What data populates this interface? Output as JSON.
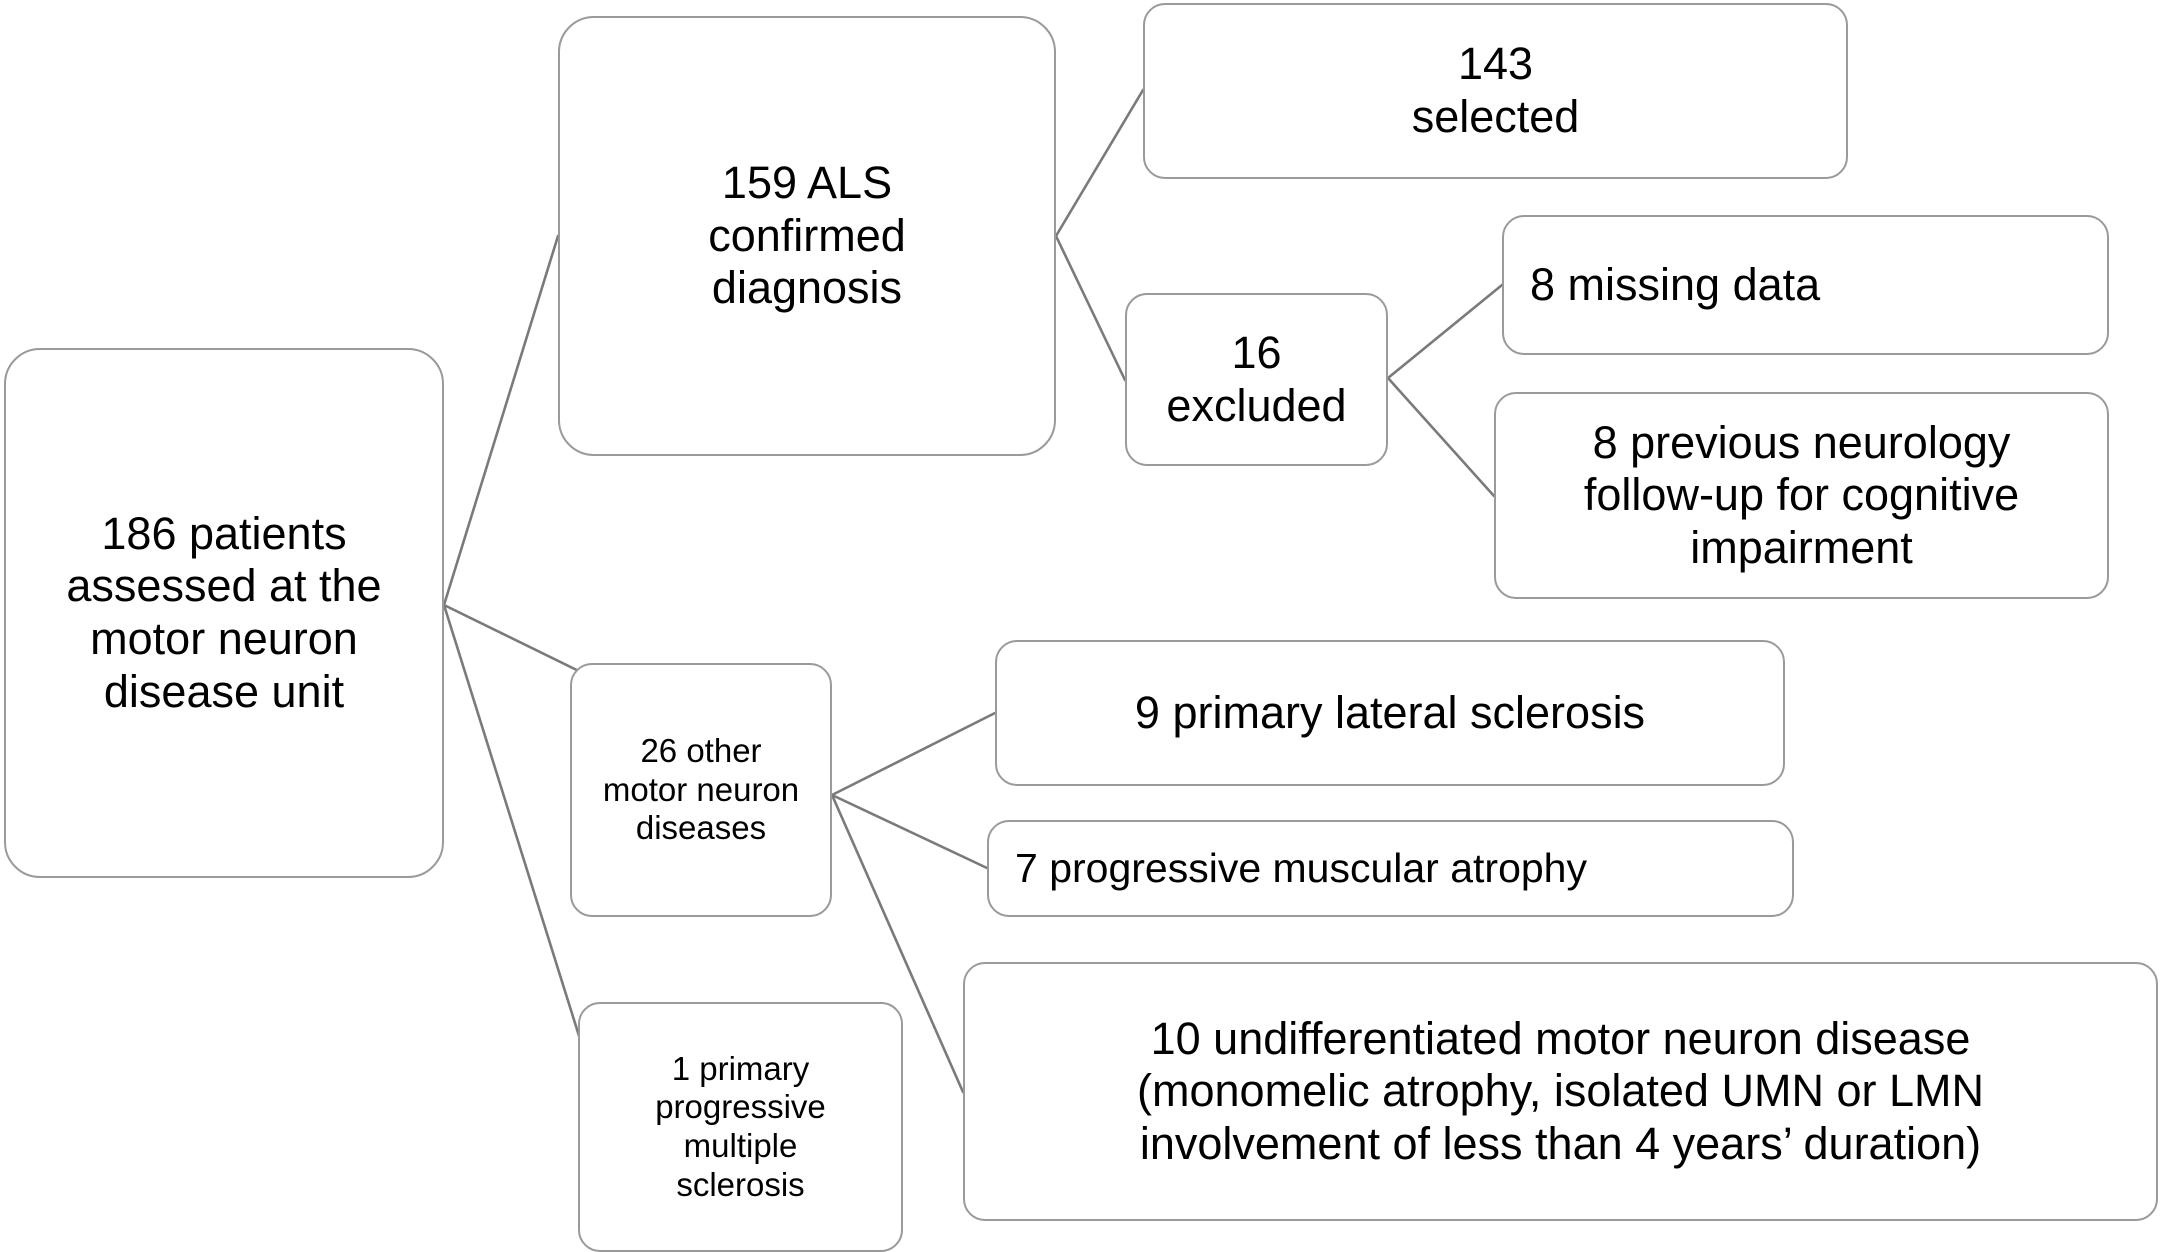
{
  "diagram": {
    "type": "flowchart",
    "title": "Patient selection flow for motor neuron disease unit cohort",
    "colors": {
      "box_border": "#9a9a9a",
      "edge_stroke": "#7a7a7a",
      "text": "#000000",
      "background": "#ffffff"
    },
    "nodes": [
      {
        "id": "root",
        "label": "186 patients\nassessed at the\nmotor neuron\ndisease unit",
        "count": 186
      },
      {
        "id": "als",
        "label": "159 ALS\nconfirmed\ndiagnosis",
        "count": 159
      },
      {
        "id": "selected",
        "label": "143\nselected",
        "count": 143
      },
      {
        "id": "excluded",
        "label": "16\nexcluded",
        "count": 16
      },
      {
        "id": "missing",
        "label": "8 missing data",
        "count": 8
      },
      {
        "id": "prevneuro",
        "label": "8 previous neurology\nfollow-up for cognitive\nimpairment",
        "count": 8
      },
      {
        "id": "other",
        "label": "26 other\nmotor neuron\ndiseases",
        "count": 26
      },
      {
        "id": "pls",
        "label": "9 primary lateral sclerosis",
        "count": 9
      },
      {
        "id": "pma",
        "label": "7 progressive muscular atrophy",
        "count": 7
      },
      {
        "id": "ppms",
        "label": "1 primary\nprogressive\nmultiple\nsclerosis",
        "count": 1
      },
      {
        "id": "undiff",
        "label": "10 undifferentiated motor neuron disease\n(monomelic atrophy, isolated UMN or LMN\ninvolvement of less than 4 years’ duration)",
        "count": 10
      }
    ],
    "edges": [
      {
        "from": "root",
        "to": "als"
      },
      {
        "from": "root",
        "to": "other"
      },
      {
        "from": "root",
        "to": "ppms"
      },
      {
        "from": "als",
        "to": "selected"
      },
      {
        "from": "als",
        "to": "excluded"
      },
      {
        "from": "excluded",
        "to": "missing"
      },
      {
        "from": "excluded",
        "to": "prevneuro"
      },
      {
        "from": "other",
        "to": "pls"
      },
      {
        "from": "other",
        "to": "pma"
      },
      {
        "from": "other",
        "to": "undiff"
      }
    ]
  }
}
